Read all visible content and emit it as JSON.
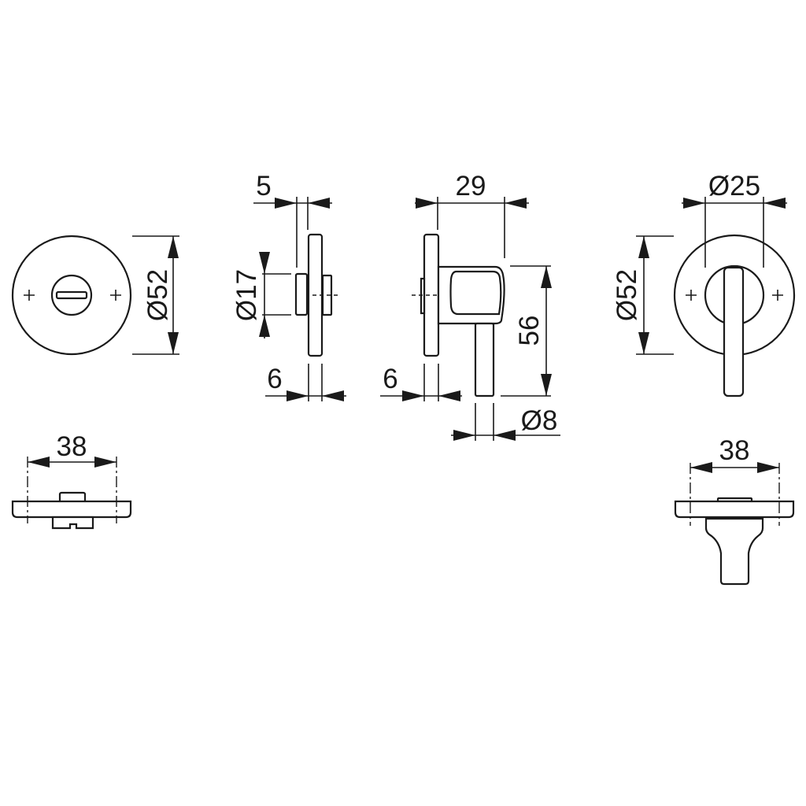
{
  "drawing": {
    "front_view_left": {
      "diameter_label": "Ø52"
    },
    "side_view_turn": {
      "projection_label": "5",
      "spindle_diameter_label": "Ø17",
      "rose_thickness_label": "6"
    },
    "side_view_lever": {
      "depth_label": "29",
      "rose_thickness_label": "6",
      "height_label": "56",
      "stem_diameter_label": "Ø8"
    },
    "front_view_right": {
      "diameter_label": "Ø52",
      "inner_diameter_label": "Ø25"
    },
    "bottom_view_left": {
      "hole_spacing_label": "38"
    },
    "bottom_view_right": {
      "hole_spacing_label": "38"
    }
  }
}
